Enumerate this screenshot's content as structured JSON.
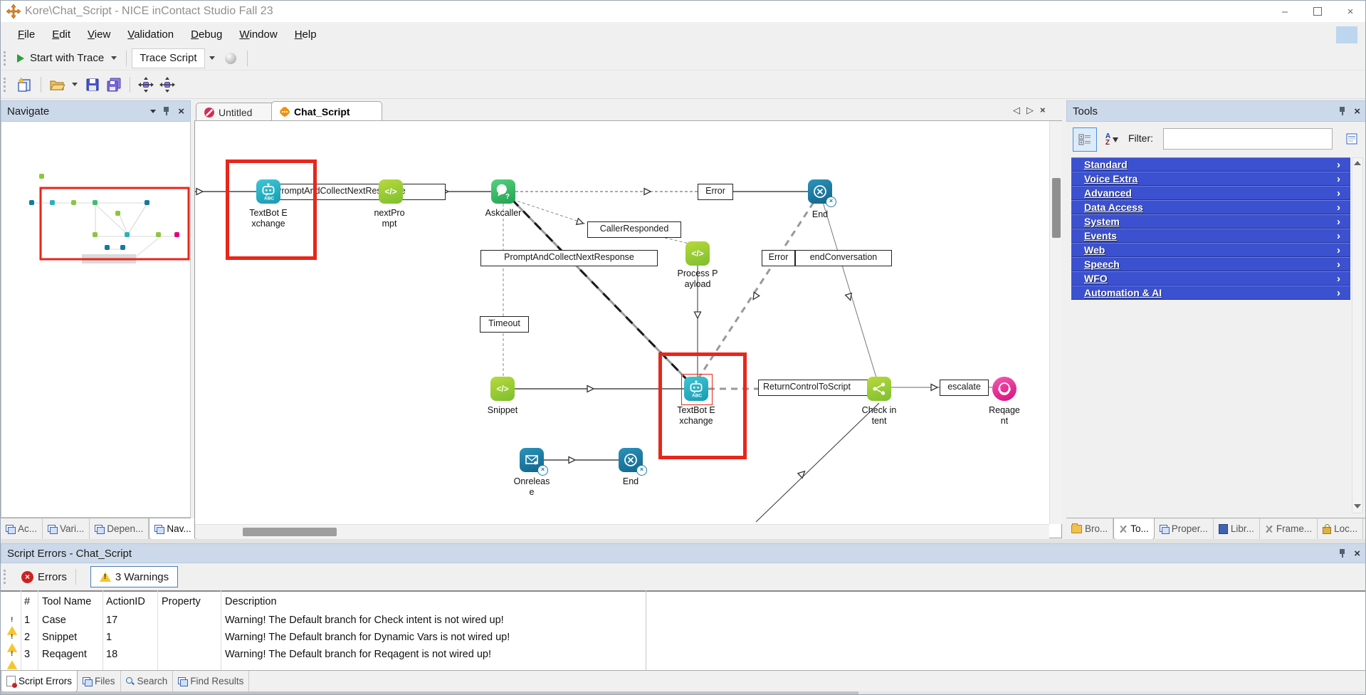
{
  "window": {
    "title": "Kore\\Chat_Script - NICE inContact Studio Fall 23"
  },
  "menu": {
    "items": [
      "File",
      "Edit",
      "View",
      "Validation",
      "Debug",
      "Window",
      "Help"
    ]
  },
  "toolbar": {
    "start_with_trace": "Start with Trace",
    "trace_script": "Trace Script"
  },
  "navigate": {
    "title": "Navigate",
    "tabs": [
      {
        "label": "Ac..."
      },
      {
        "label": "Vari..."
      },
      {
        "label": "Depen..."
      },
      {
        "label": "Nav..."
      }
    ]
  },
  "canvas": {
    "tabs": [
      {
        "label": "Untitled"
      },
      {
        "label": "Chat_Script"
      }
    ],
    "textbot_icon_text": "ABC",
    "code_icon_text": "</>",
    "ask_icon_text": "?",
    "nodes": [
      {
        "label": "TextBot Exchange"
      },
      {
        "label": "nextPrompt"
      },
      {
        "label": "Askcaller"
      },
      {
        "label": "End"
      },
      {
        "label": "Process Payload"
      },
      {
        "label": "Snippet"
      },
      {
        "label": "TextBot Exchange"
      },
      {
        "label": "Check intent"
      },
      {
        "label": "Reqagent"
      },
      {
        "label": "Onrelease"
      },
      {
        "label": "End"
      }
    ],
    "edge_labels": {
      "prompt_top": "PromptAndCollectNextResponse",
      "error_top": "Error",
      "caller_responded": "CallerResponded",
      "prompt_mid": "PromptAndCollectNextResponse",
      "error_mid": "Error",
      "end_conversation": "endConversation",
      "timeout": "Timeout",
      "return_control": "ReturnControlToScript",
      "escalate": "escalate"
    }
  },
  "tools": {
    "title": "Tools",
    "filter_label": "Filter:",
    "filter_value": "",
    "sort_a": "A",
    "sort_z": "Z",
    "categories": [
      "Standard",
      "Voice Extra",
      "Advanced",
      "Data Access",
      "System",
      "Events",
      "Web",
      "Speech",
      "WFO",
      "Automation & AI"
    ],
    "tabs": [
      {
        "label": "Bro..."
      },
      {
        "label": "To..."
      },
      {
        "label": "Proper..."
      },
      {
        "label": "Libr..."
      },
      {
        "label": "Frame..."
      },
      {
        "label": "Loc..."
      }
    ]
  },
  "script_errors": {
    "title": "Script Errors - Chat_Script",
    "errors_label": "Errors",
    "warnings_label": "3 Warnings",
    "columns": [
      "#",
      "Tool Name",
      "ActionID",
      "Property",
      "Description"
    ],
    "rows": [
      {
        "num": "1",
        "tool_name": "Case",
        "action_id": "17",
        "property": "",
        "description": "Warning! The Default branch for Check intent is not wired up!"
      },
      {
        "num": "2",
        "tool_name": "Snippet",
        "action_id": "1",
        "property": "",
        "description": "Warning! The Default branch for Dynamic Vars is not wired up!"
      },
      {
        "num": "3",
        "tool_name": "Reqagent",
        "action_id": "18",
        "property": "",
        "description": "Warning! The Default branch for Reqagent is not wired up!"
      }
    ],
    "tabs": [
      {
        "label": "Script Errors"
      },
      {
        "label": "Files"
      },
      {
        "label": "Search"
      },
      {
        "label": "Find Results"
      }
    ]
  }
}
